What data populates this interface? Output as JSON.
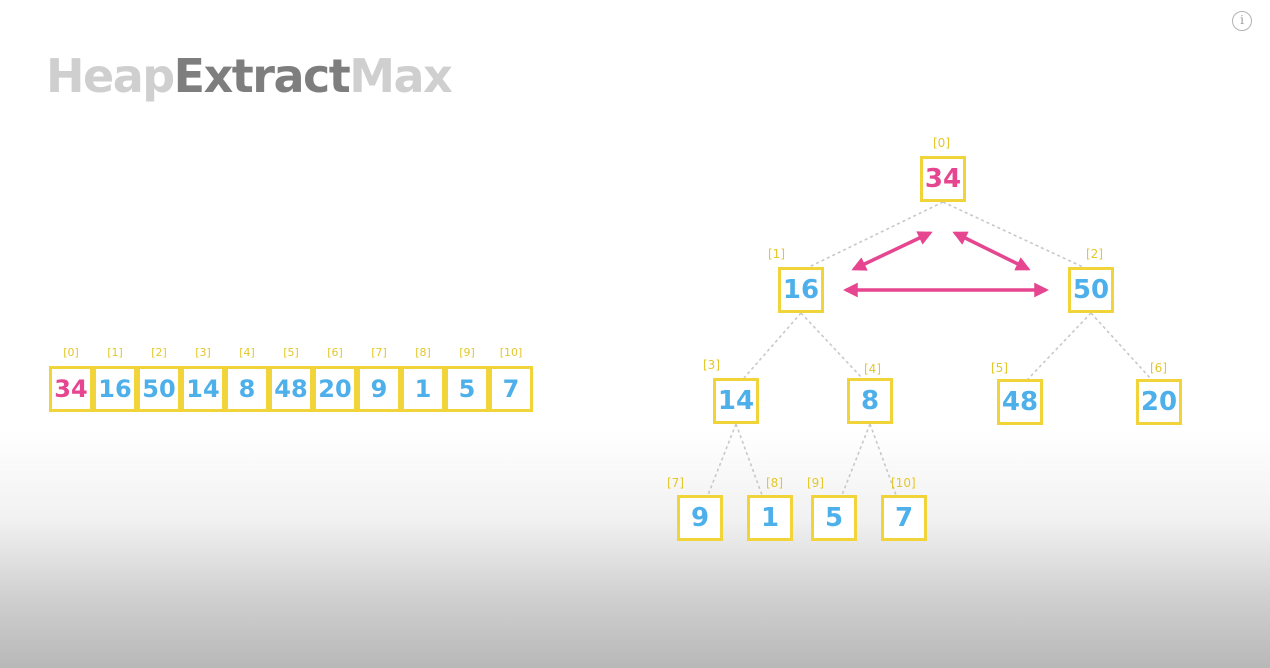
{
  "title": {
    "part1": "Heap",
    "part2": "Extract",
    "part3": "Max"
  },
  "info_button": {
    "glyph": "i"
  },
  "colors": {
    "box": "#f0d43a",
    "index": "#e3c72a",
    "value": "#4db0ea",
    "highlight": "#e6458f",
    "edge": "#c8c8c8"
  },
  "array": {
    "cells": [
      {
        "index": "[0]",
        "value": "34",
        "highlight": true
      },
      {
        "index": "[1]",
        "value": "16"
      },
      {
        "index": "[2]",
        "value": "50"
      },
      {
        "index": "[3]",
        "value": "14"
      },
      {
        "index": "[4]",
        "value": "8"
      },
      {
        "index": "[5]",
        "value": "48"
      },
      {
        "index": "[6]",
        "value": "20"
      },
      {
        "index": "[7]",
        "value": "9"
      },
      {
        "index": "[8]",
        "value": "1"
      },
      {
        "index": "[9]",
        "value": "5"
      },
      {
        "index": "[10]",
        "value": "7"
      }
    ]
  },
  "tree": {
    "nodes": [
      {
        "index": "[0]",
        "value": "34",
        "highlight": true
      },
      {
        "index": "[1]",
        "value": "16"
      },
      {
        "index": "[2]",
        "value": "50"
      },
      {
        "index": "[3]",
        "value": "14"
      },
      {
        "index": "[4]",
        "value": "8"
      },
      {
        "index": "[5]",
        "value": "48"
      },
      {
        "index": "[6]",
        "value": "20"
      },
      {
        "index": "[7]",
        "value": "9"
      },
      {
        "index": "[8]",
        "value": "1"
      },
      {
        "index": "[9]",
        "value": "5"
      },
      {
        "index": "[10]",
        "value": "7"
      }
    ],
    "comparison_arrows": [
      "root-to-left-child",
      "root-to-right-child",
      "left-child-to-right-child"
    ]
  }
}
